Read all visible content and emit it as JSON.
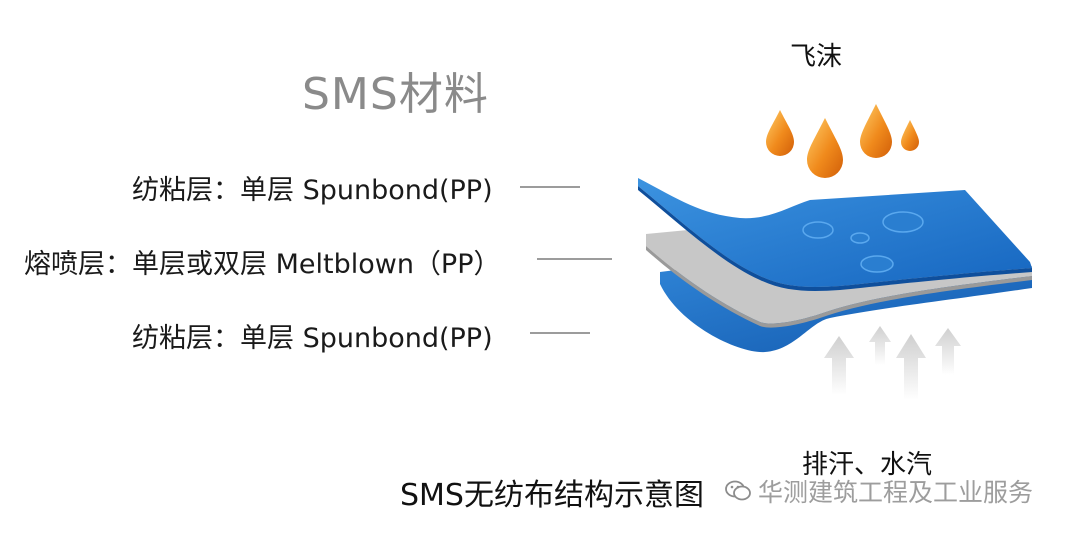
{
  "title": "SMS材料",
  "layers": [
    {
      "label": "纺粘层：单层 Spunbond(PP)"
    },
    {
      "label": "熔喷层：单层或双层 Meltblown（PP）"
    },
    {
      "label": "纺粘层：单层 Spunbond(PP)"
    }
  ],
  "spray_label": "飞沫",
  "vent_label": "排汗、水汽",
  "caption": "SMS无纺布结构示意图",
  "watermark": "华测建筑工程及工业服务",
  "colors": {
    "fabric_blue": "#1f73c9",
    "meltblown_gray": "#c7c7c7",
    "droplet_orange": "#f08a1c",
    "arrow_gray": "#d9d9d9"
  }
}
